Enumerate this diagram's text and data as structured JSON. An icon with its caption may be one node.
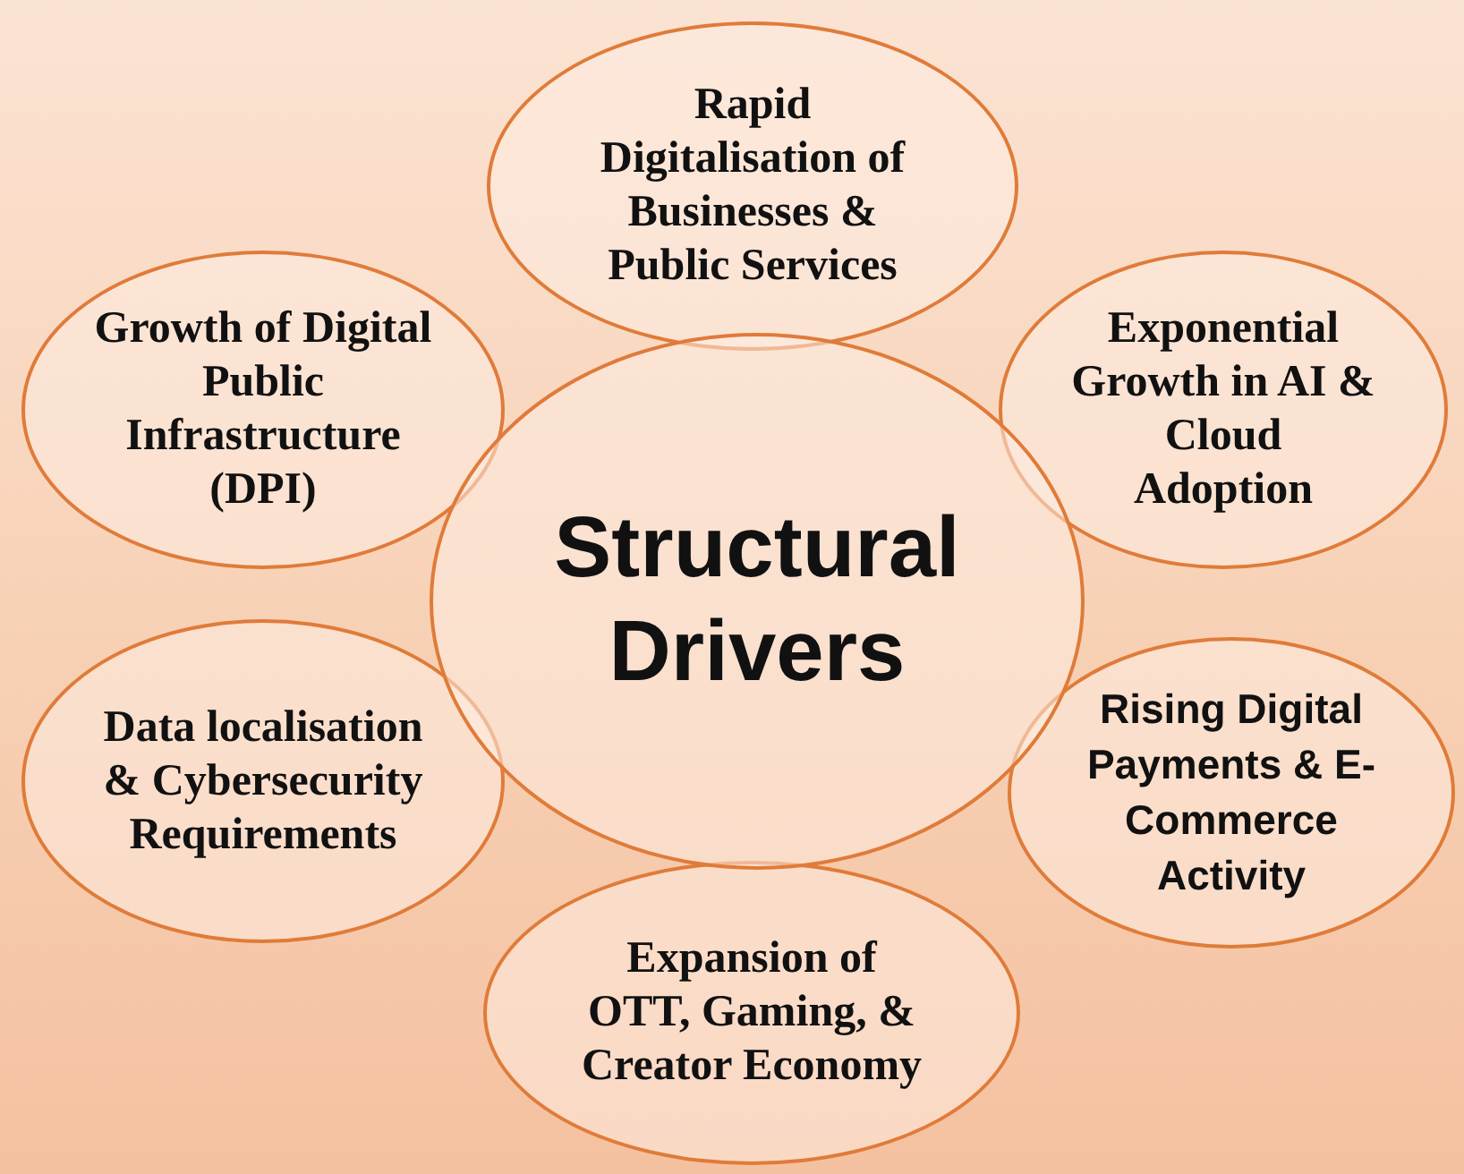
{
  "diagram": {
    "nodes": [
      {
        "text": [
          "Structural Drivers"
        ]
      },
      {
        "text": [
          "Rapid Digitalisation of Businesses & Public Services"
        ]
      },
      {
        "text": [
          "Exponential Growth in AI & Cloud Adoption"
        ]
      },
      {
        "text": [
          "Rising Digital Payments & E-Commerce Activity"
        ]
      },
      {
        "text": [
          "Expansion of OTT, Gaming, & Creator Economy"
        ]
      },
      {
        "text": [
          "Data localisation & Cybersecurity Requirements"
        ]
      },
      {
        "text": [
          "Growth of Digital Public Infrastructure (DPI)"
        ]
      }
    ],
    "edges": []
  }
}
